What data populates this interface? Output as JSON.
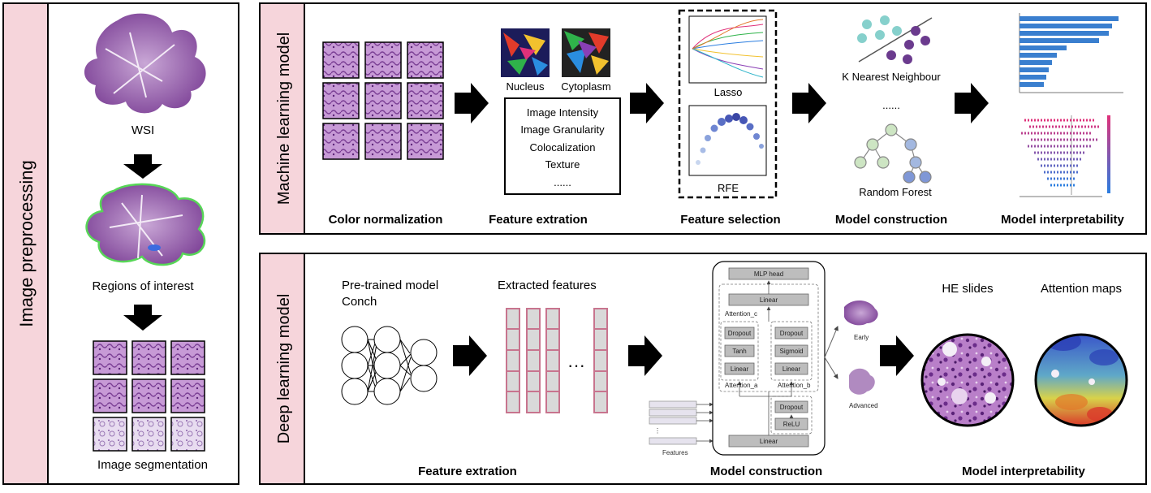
{
  "left_panel": {
    "title": "Image preprocessing",
    "wsi_label": "WSI",
    "roi_label": "Regions of interest",
    "seg_label": "Image segmentation"
  },
  "ml_panel": {
    "title": "Machine learning model",
    "nucleus_label": "Nucleus",
    "cytoplasm_label": "Cytoplasm",
    "feature_list": [
      "Image Intensity",
      "Image Granularity",
      "Colocalization",
      "Texture",
      "......"
    ],
    "lasso_label": "Lasso",
    "rfe_label": "RFE",
    "knn_label": "K Nearest Neighbour",
    "ellipsis": "......",
    "rf_label": "Random Forest",
    "steps": [
      "Color normalization",
      "Feature extration",
      "Feature selection",
      "Model construction",
      "Model interpretability"
    ]
  },
  "dl_panel": {
    "title": "Deep learning model",
    "pretrained_label": "Pre-trained model",
    "conch_label": "Conch",
    "extracted_label": "Extracted features",
    "dots": "···",
    "mlp_head": "MLP head",
    "linear_top": "Linear",
    "attention_c": "Attention_c",
    "attention_a": "Attention_a",
    "attention_b": "Attention_b",
    "branch_a": [
      "Dropout",
      "Tanh",
      "Linear"
    ],
    "branch_b": [
      "Dropout",
      "Sigmoid",
      "Linear"
    ],
    "dropout2": "Dropout",
    "relu": "ReLU",
    "linear_bottom": "Linear",
    "features_label": "Features",
    "early_label": "Early",
    "advanced_label": "Advanced",
    "he_label": "HE slides",
    "attn_label": "Attention maps",
    "steps": [
      "Feature extration",
      "Model construction",
      "Model interpretability"
    ]
  },
  "colors": {
    "title_bg": "#f6d5db",
    "tile_purple": "#9a5ab0",
    "feature_pink": "#c8748e",
    "feature_fill": "#d9d9d9",
    "arrow": "#000000"
  }
}
